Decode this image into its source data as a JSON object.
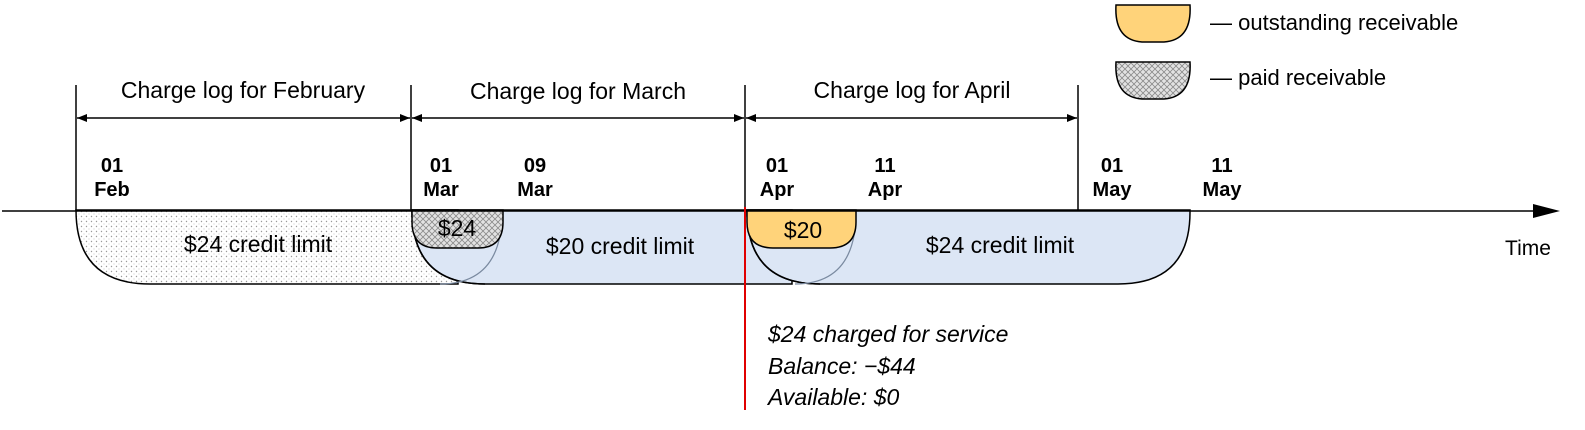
{
  "legend": {
    "outstanding": "— outstanding receivable",
    "paid": "— paid receivable"
  },
  "periods": {
    "feb": "Charge log for February",
    "mar": "Charge log for March",
    "apr": "Charge log for April"
  },
  "dates": {
    "feb01": {
      "day": "01",
      "month": "Feb"
    },
    "mar01": {
      "day": "01",
      "month": "Mar"
    },
    "mar09": {
      "day": "09",
      "month": "Mar"
    },
    "apr01": {
      "day": "01",
      "month": "Apr"
    },
    "apr11": {
      "day": "11",
      "month": "Apr"
    },
    "may01": {
      "day": "01",
      "month": "May"
    },
    "may11": {
      "day": "11",
      "month": "May"
    }
  },
  "limits": {
    "feb": "$24 credit limit",
    "mar": "$20 credit limit",
    "apr": "$24 credit limit"
  },
  "receivables": {
    "paid": "$24",
    "outstanding": "$20"
  },
  "axis": {
    "label": "Time"
  },
  "note": {
    "line1": "$24 charged for service",
    "line2": "Balance: −$44",
    "line3": "Available: $0"
  },
  "colors": {
    "outstanding": "#FFD37A",
    "limit_fill": "#DCE6F5",
    "marker": "#E00000"
  }
}
